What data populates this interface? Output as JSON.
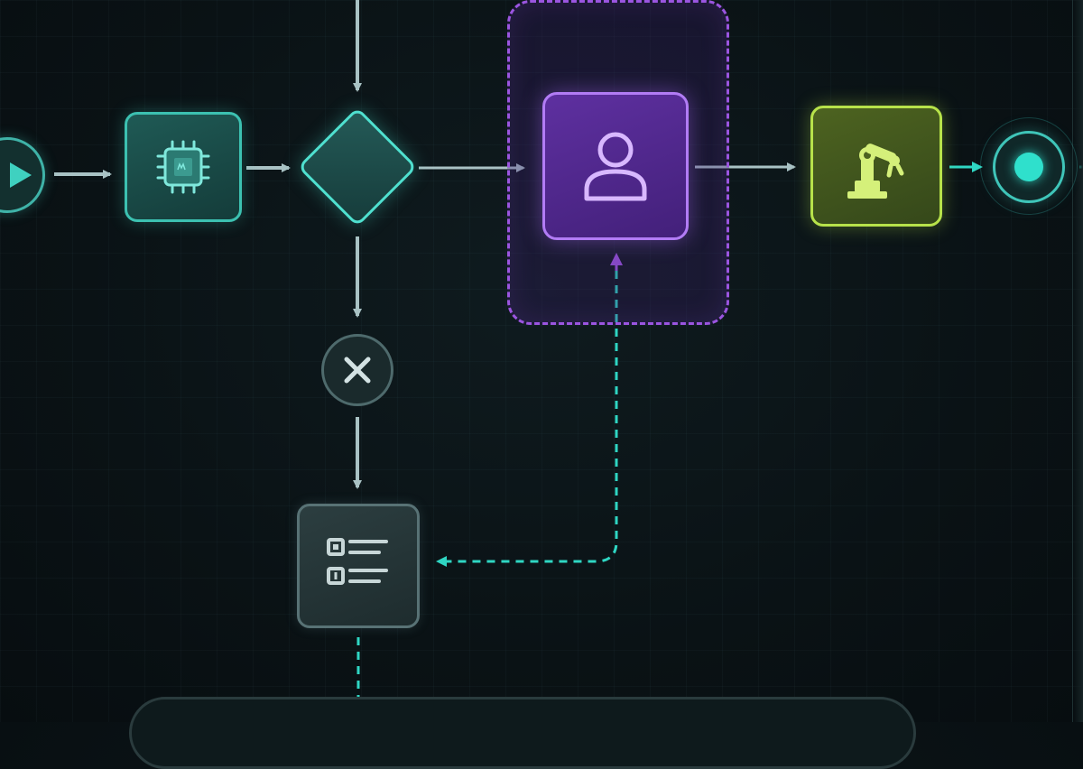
{
  "diagram": {
    "type": "bpmn-workflow",
    "nodes": [
      {
        "id": "start",
        "kind": "start-event",
        "icon": "play-icon"
      },
      {
        "id": "ai-task",
        "kind": "service-task",
        "icon": "cpu-chip-icon"
      },
      {
        "id": "gateway",
        "kind": "exclusive-gateway"
      },
      {
        "id": "user-task",
        "kind": "user-task",
        "icon": "user-icon",
        "lane": "human-review-lane"
      },
      {
        "id": "robot-task",
        "kind": "robotic-task",
        "icon": "robot-arm-icon"
      },
      {
        "id": "end",
        "kind": "end-event"
      },
      {
        "id": "cancel",
        "kind": "cancel-event",
        "icon": "close-icon"
      },
      {
        "id": "checklist-task",
        "kind": "manual-task",
        "icon": "checklist-icon"
      }
    ],
    "edges": [
      {
        "from": "start",
        "to": "ai-task",
        "style": "solid"
      },
      {
        "from": "ai-task",
        "to": "gateway",
        "style": "solid"
      },
      {
        "from": "top",
        "to": "gateway",
        "style": "solid"
      },
      {
        "from": "gateway",
        "to": "user-task",
        "style": "solid"
      },
      {
        "from": "user-task",
        "to": "robot-task",
        "style": "solid"
      },
      {
        "from": "robot-task",
        "to": "end",
        "style": "solid"
      },
      {
        "from": "gateway",
        "to": "cancel",
        "style": "solid"
      },
      {
        "from": "cancel",
        "to": "checklist-task",
        "style": "solid"
      },
      {
        "from": "user-task",
        "to": "checklist-task",
        "style": "dashed"
      },
      {
        "from": "checklist-task",
        "to": "bottom-panel",
        "style": "dashed"
      }
    ]
  },
  "colors": {
    "background": "#0a1215",
    "teal": "#3cc1b1",
    "teal_bright": "#4fe0cf",
    "purple": "#b27cf5",
    "lime": "#b7e24a",
    "gray": "#587275",
    "arrow": "#a9c2c4"
  }
}
